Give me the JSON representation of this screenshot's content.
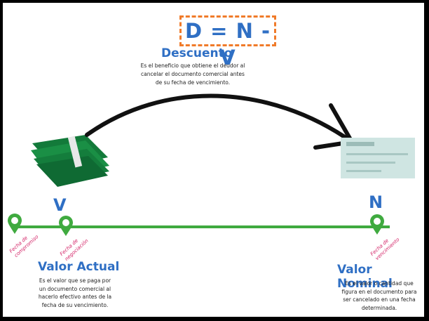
{
  "formula": "D = N - V",
  "descuento": {
    "title": "Descuento",
    "description": "Es el beneficio que obtiene el deudor al cancelar el documento comercial antes de su fecha de vencimiento."
  },
  "markers": {
    "v": "V",
    "n": "N"
  },
  "timeline_labels": {
    "compromiso_1": "Fecha de",
    "compromiso_2": "compromiso",
    "negociacion_1": "Fecha de",
    "negociacion_2": "negociación",
    "vencimiento_1": "Fecha de",
    "vencimiento_2": "vencimiento"
  },
  "valor_actual": {
    "title": "Valor Actual",
    "description": "Es el valor que se paga por un documento comercial al hacerlo efectivo antes de la fecha de su vencimiento."
  },
  "valor_nominal": {
    "title": "Valor Nominal",
    "description": "Es el valor o cantidad que figura en el documento para ser cancelado en una fecha determinada."
  },
  "colors": {
    "accent_blue": "#2f6fc4",
    "dashed_orange": "#f07b2a",
    "timeline_green": "#3faa3f",
    "label_pink": "#d32266"
  }
}
